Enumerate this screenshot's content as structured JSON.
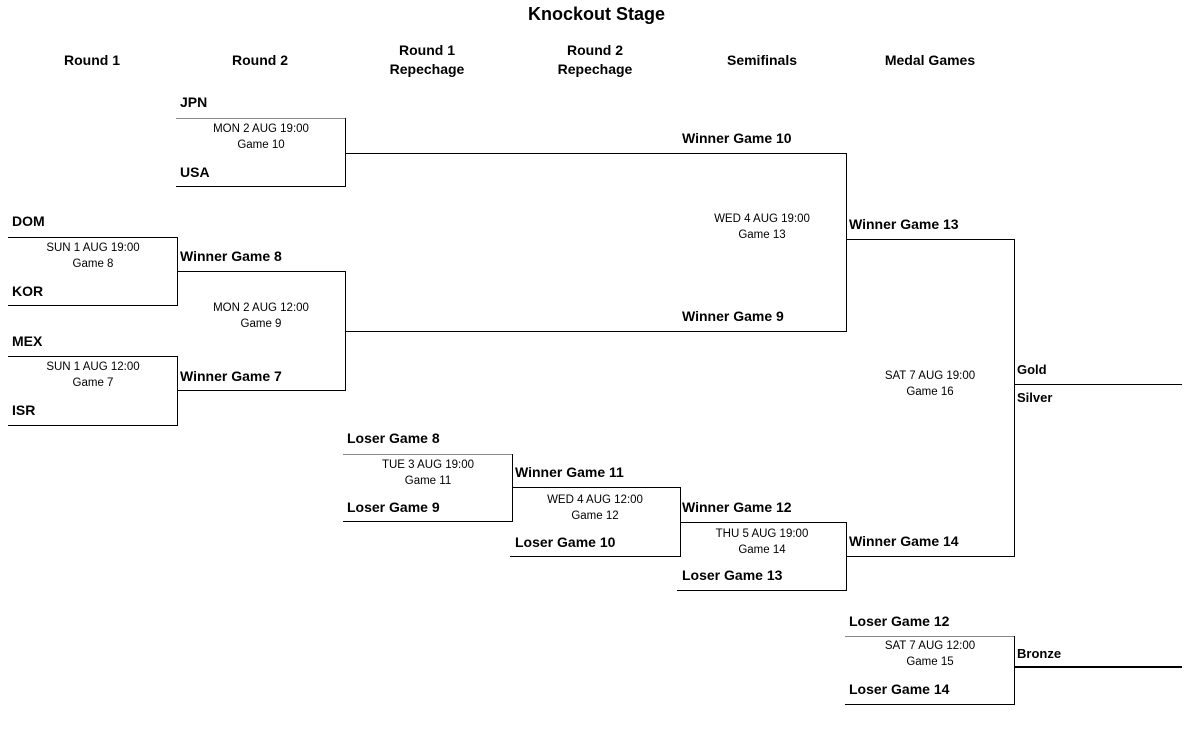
{
  "title": "Knockout Stage",
  "columns": [
    "Round 1",
    "Round 2",
    "Round 1\nRepechage",
    "Round 2\nRepechage",
    "Semifinals",
    "Medal Games"
  ],
  "games": {
    "g10": {
      "top": "JPN",
      "bottom": "USA",
      "date": "MON 2 AUG 19:00",
      "game": "Game 10"
    },
    "g8": {
      "top": "DOM",
      "bottom": "KOR",
      "date": "SUN 1 AUG 19:00",
      "game": "Game 8"
    },
    "g7": {
      "top": "MEX",
      "bottom": "ISR",
      "date": "SUN 1 AUG 12:00",
      "game": "Game 7"
    },
    "g9": {
      "top": "Winner Game 8",
      "bottom": "Winner Game 7",
      "date": "MON 2 AUG 12:00",
      "game": "Game 9"
    },
    "g13": {
      "top": "Winner Game 10",
      "bottom": "Winner Game 9",
      "date": "WED 4 AUG 19:00",
      "game": "Game 13"
    },
    "g11": {
      "top": "Loser Game 8",
      "bottom": "Loser Game 9",
      "date": "TUE 3 AUG 19:00",
      "game": "Game 11"
    },
    "g12": {
      "top": "Winner Game 11",
      "bottom": "Loser Game 10",
      "date": "WED 4 AUG 12:00",
      "game": "Game 12"
    },
    "g14": {
      "top": "Winner Game 12",
      "bottom": "Loser Game 13",
      "date": "THU 5 AUG 19:00",
      "game": "Game 14"
    },
    "g16": {
      "top": "Winner Game 13",
      "bottom": "Winner Game 14",
      "date": "SAT 7 AUG 19:00",
      "game": "Game 16"
    },
    "g15": {
      "top": "Loser Game 12",
      "bottom": "Loser Game 14",
      "date": "SAT 7 AUG 12:00",
      "game": "Game 15"
    }
  },
  "medals": {
    "gold": "Gold",
    "silver": "Silver",
    "bronze": "Bronze"
  }
}
